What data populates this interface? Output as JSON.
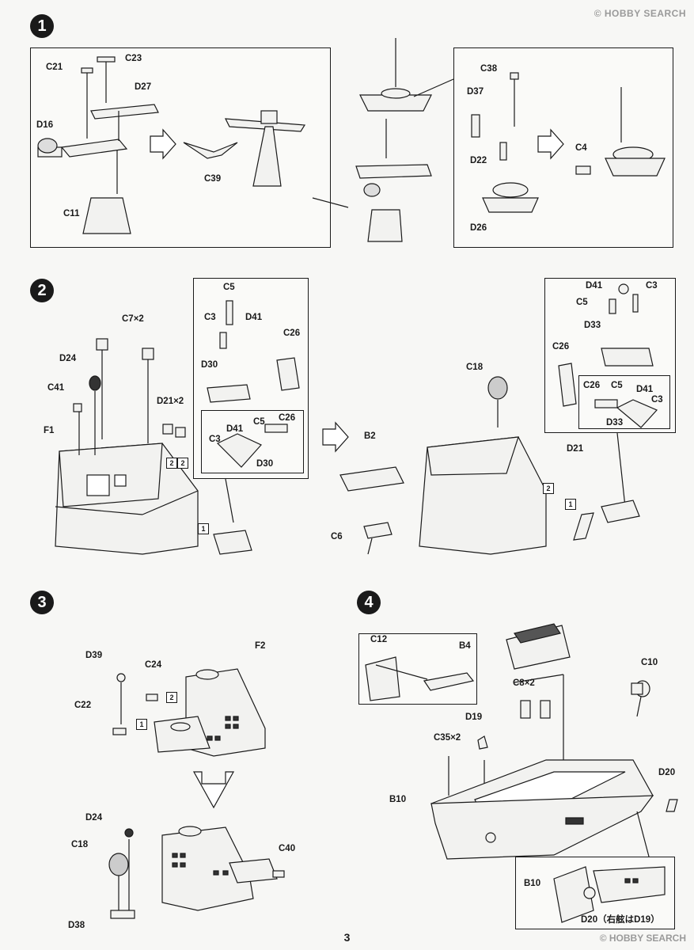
{
  "watermark_top": "© HOBBY SEARCH",
  "watermark_bottom": "© HOBBY SEARCH",
  "page_number": "3",
  "steps": [
    {
      "number": "1",
      "labels": {
        "c21": "C21",
        "c23": "C23",
        "d27": "D27",
        "d16": "D16",
        "c11": "C11",
        "c39": "C39",
        "c38": "C38",
        "d37": "D37",
        "d22": "D22",
        "c4": "C4",
        "d26": "D26"
      }
    },
    {
      "number": "2",
      "labels": {
        "c7": "C7×2",
        "d24": "D24",
        "c41": "C41",
        "f1": "F1",
        "d21": "D21×2",
        "c5": "C5",
        "c3": "C3",
        "d41": "D41",
        "c26": "C26",
        "d30": "D30",
        "sub_c26": "C26",
        "sub_c5": "C5",
        "sub_d41": "D41",
        "sub_c3": "C3",
        "sub_d30": "D30",
        "c18": "C18",
        "b2": "B2",
        "c6": "C6",
        "d21b": "D21",
        "r_d41": "D41",
        "r_c3": "C3",
        "r_c5": "C5",
        "r_d33": "D33",
        "r_c26": "C26",
        "rs_c26": "C26",
        "rs_c5": "C5",
        "rs_d41": "D41",
        "rs_c3": "C3",
        "rs_d33": "D33"
      },
      "callouts": [
        "1",
        "2",
        "2",
        "2",
        "1"
      ]
    },
    {
      "number": "3",
      "labels": {
        "d39": "D39",
        "c24": "C24",
        "f2": "F2",
        "c22": "C22",
        "d24": "D24",
        "c18": "C18",
        "c40": "C40",
        "d38": "D38"
      },
      "callouts": [
        "2",
        "1"
      ]
    },
    {
      "number": "4",
      "labels": {
        "c12": "C12",
        "b4": "B4",
        "c8": "C8×2",
        "c10": "C10",
        "d19": "D19",
        "c35": "C35×2",
        "b10": "B10",
        "d20": "D20",
        "detail_b10": "B10",
        "detail_d20": "D20（右舷はD19）"
      }
    }
  ]
}
